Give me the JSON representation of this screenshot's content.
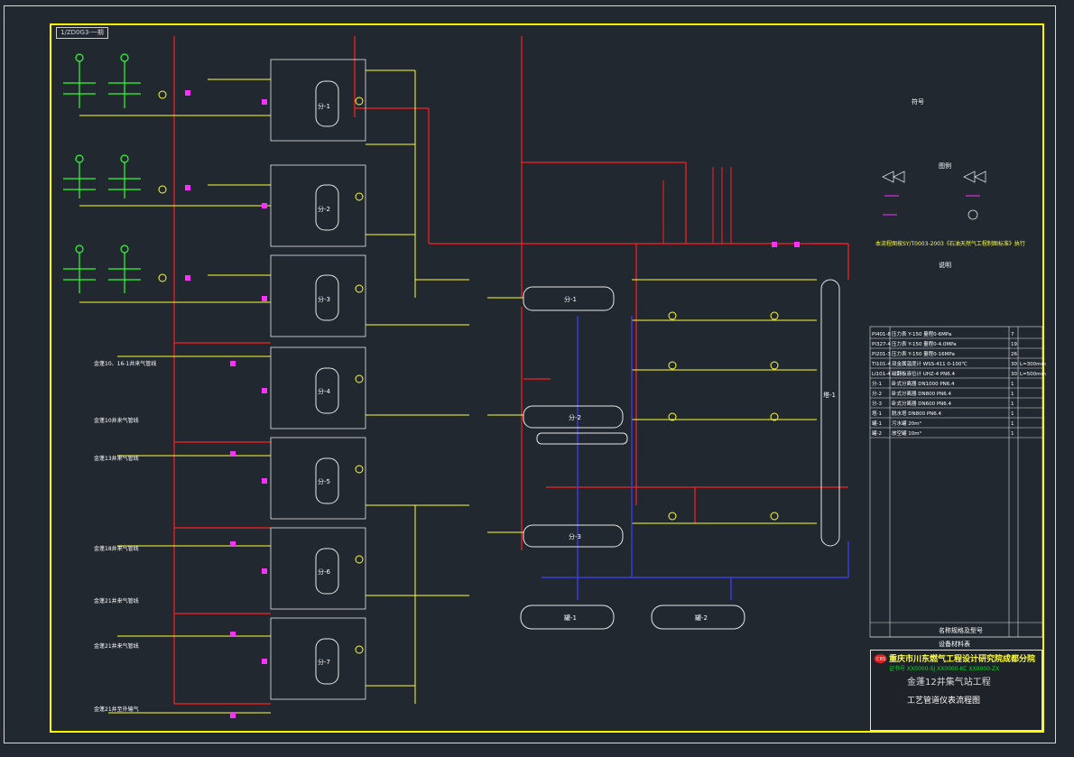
{
  "drawing": {
    "tag": "1/ZD0G3-一期",
    "company": "重庆市川东燃气工程设计研究院成都分院",
    "company_sub": "证书号 XX0000-SJ  XX0000-KC  XX0000-ZX",
    "project": "金蓬12井集气站工程",
    "drawing_title": "工艺管道仪表流程图"
  },
  "legend": {
    "title": "符号",
    "section_flow": "图例",
    "section_notes": "说明",
    "standard": "本流程图按SY/T0003-2003《石油天然气工程制图标准》执行"
  },
  "vessels": {
    "separators": [
      "分-1",
      "分-2",
      "分-3",
      "分-4",
      "分-5",
      "分-6",
      "分-7"
    ],
    "header_separators": [
      "分-1",
      "分-2",
      "分-3"
    ],
    "tanks": [
      "罐-1",
      "罐-2"
    ],
    "column": "塔-1"
  },
  "wells": [
    {
      "label": "金蓬10、16-1井来气管线"
    },
    {
      "label": "金蓬10井来气管线"
    },
    {
      "label": "金蓬13井来气管线"
    },
    {
      "label": "金蓬18井来气管线"
    },
    {
      "label": "金蓬21井来气管线"
    },
    {
      "label": "金蓬21井来气管线"
    },
    {
      "label": "金蓬21井至外输气"
    }
  ],
  "table": {
    "footer_left": "名称规格及型号",
    "footer_head": "设备材料表",
    "rows": [
      {
        "no": "PI401-8",
        "desc": "压力表 Y-150 量程0-6MPa",
        "qty": "7"
      },
      {
        "no": "PI327-4",
        "desc": "压力表 Y-150 量程0-4.0MPa",
        "qty": "19"
      },
      {
        "no": "PI201-3",
        "desc": "压力表 Y-150 量程0-16MPa",
        "qty": "26"
      },
      {
        "no": "TI101-4",
        "desc": "双金属温度计 WSS-411 0-100℃",
        "qty": "30",
        "note": "L=300mm"
      },
      {
        "no": "LI101-4",
        "desc": "磁翻板液位计 UHZ-4 PN6.4",
        "qty": "30",
        "note": "L=500mm"
      },
      {
        "no": "分-1",
        "desc": "卧式分离器 DN1000 PN6.4",
        "qty": "1"
      },
      {
        "no": "分-2",
        "desc": "卧式分离器 DN800 PN6.4",
        "qty": "1"
      },
      {
        "no": "分-3",
        "desc": "卧式分离器 DN600 PN6.4",
        "qty": "1"
      },
      {
        "no": "塔-1",
        "desc": "脱水塔 DN800 PN6.4",
        "qty": "1"
      },
      {
        "no": "罐-1",
        "desc": "污水罐 20m³",
        "qty": "1"
      },
      {
        "no": "罐-2",
        "desc": "放空罐 10m³",
        "qty": "1"
      }
    ]
  }
}
